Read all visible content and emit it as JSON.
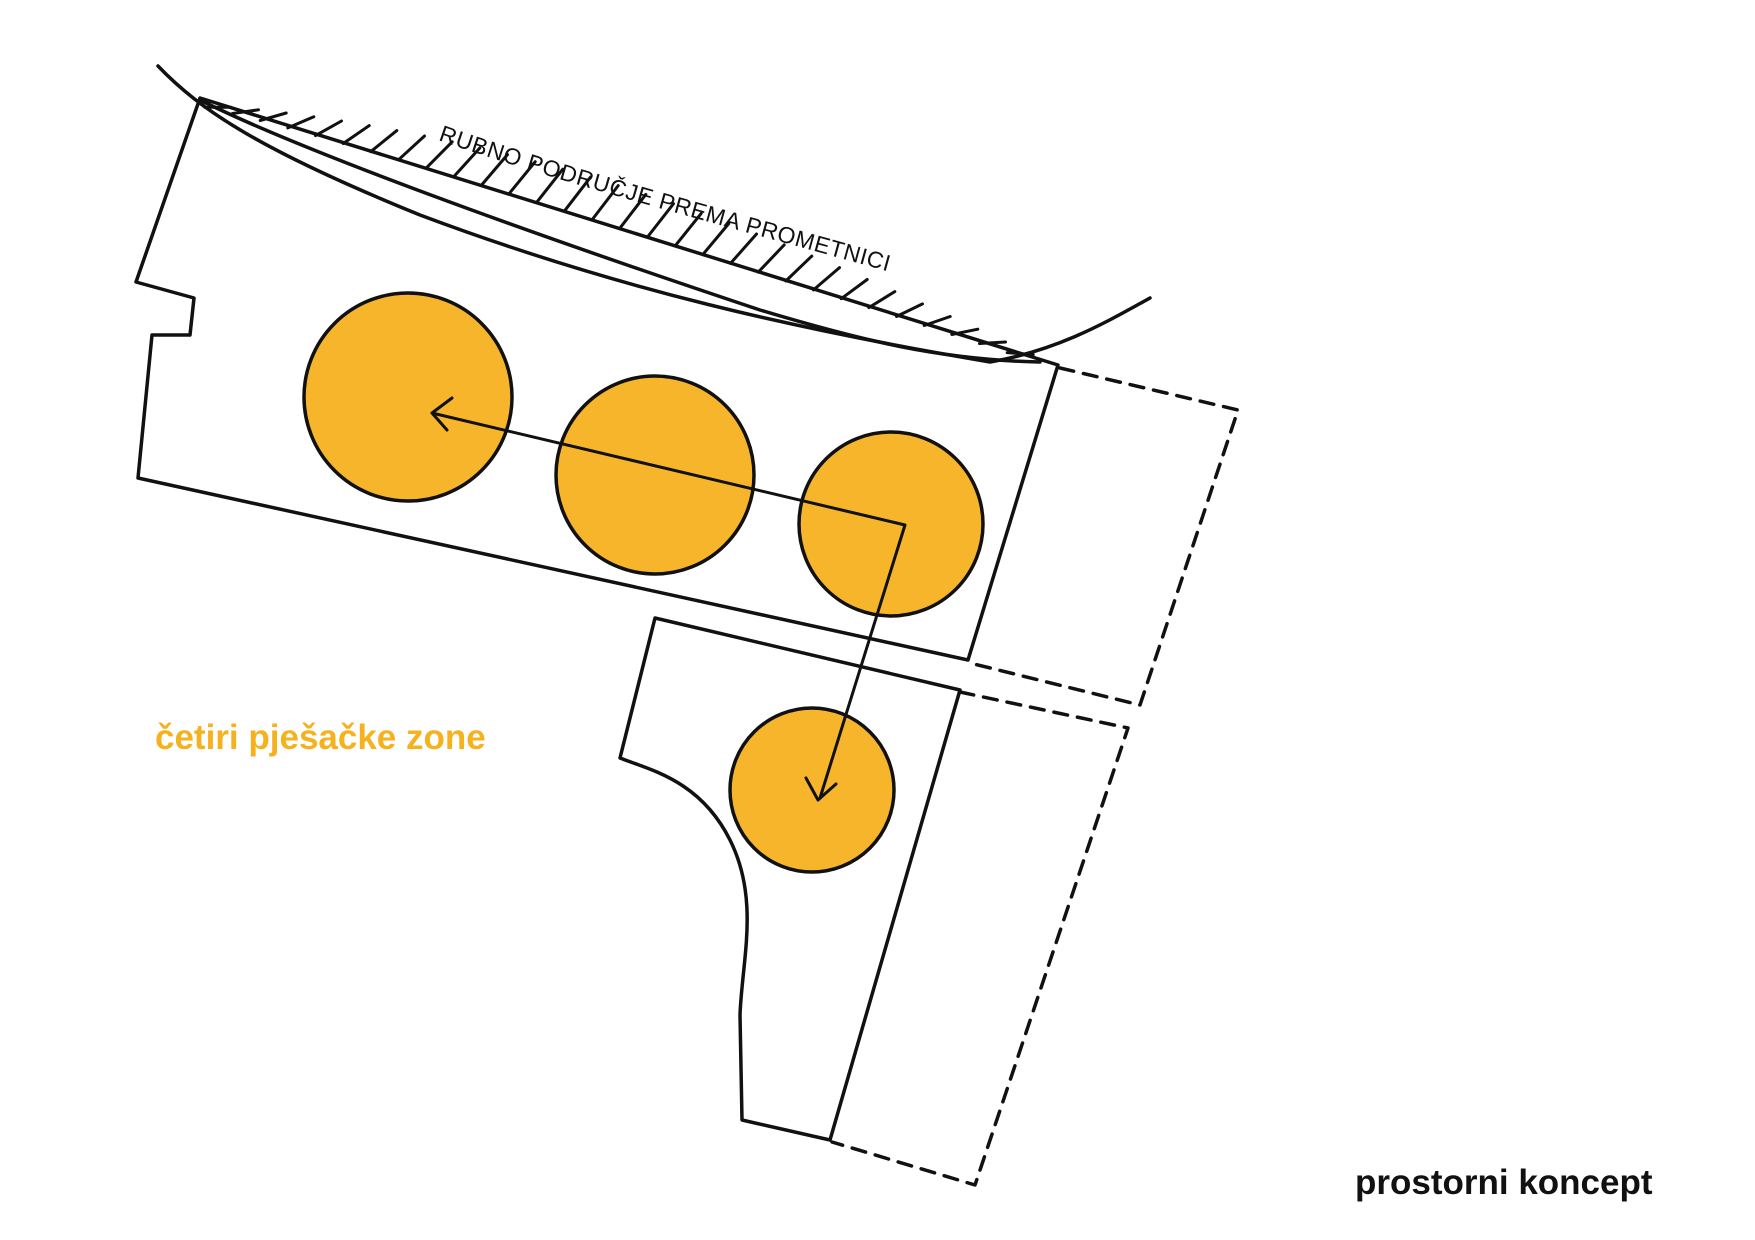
{
  "labels": {
    "edge_zone": "RUBNO PODRUČJE PREMA PROMETNICI",
    "pedestrian_zones": "četiri pješačke zone",
    "caption": "prostorni koncept"
  },
  "colors": {
    "ink": "#111111",
    "zone_fill": "#F7B52C",
    "zones_label": "#F5B21E",
    "caption": "#111111",
    "background": "#FFFFFF"
  },
  "zones": {
    "count": 4
  }
}
